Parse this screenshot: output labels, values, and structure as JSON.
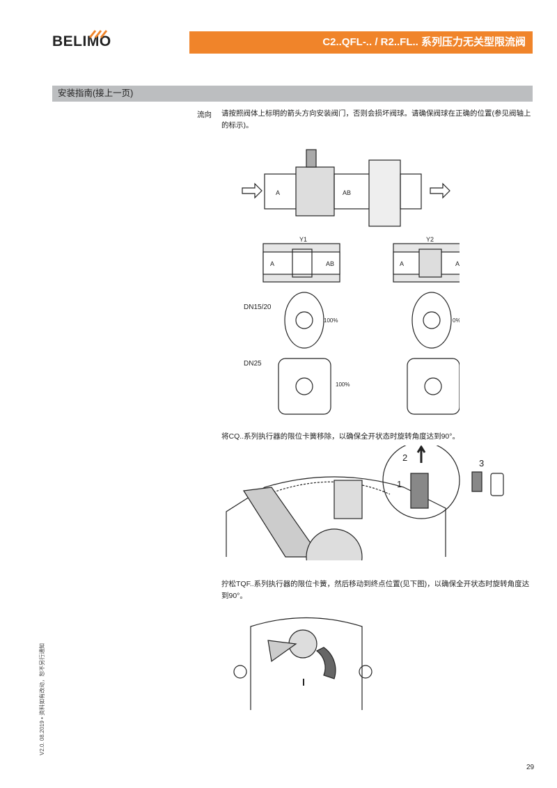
{
  "header": {
    "logo": "BELIMO",
    "title": "C2..QFL-.. / R2..FL.. 系列压力无关型限流阀"
  },
  "section": {
    "title": "安装指南(接上一页)"
  },
  "flow": {
    "label": "流向",
    "text": "请按照阀体上标明的箭头方向安装阀门，否则会损坏阀球。请确保阀球在正确的位置(参见阀轴上的标示)。"
  },
  "valve_figure": {
    "port_a": "A",
    "port_ab": "AB",
    "y1": "Y1",
    "y2": "Y2",
    "dn1": "DN15/20",
    "dn2": "DN25",
    "open": "100%",
    "closed": "0%"
  },
  "cq": {
    "text": "将CQ..系列执行器的限位卡簧移除，以确保全开状态时旋转角度达到90°。",
    "step1": "1",
    "step2": "2",
    "step3": "3"
  },
  "tqf": {
    "text": "拧松TQF..系列执行器的限位卡簧，然后移动到终点位置(见下图)，以确保全开状态时旋转角度达到90°。"
  },
  "footer": {
    "side_note": "V2.0. 08.2019 • 资料如有改动，恕不另行通知",
    "page": "29"
  }
}
